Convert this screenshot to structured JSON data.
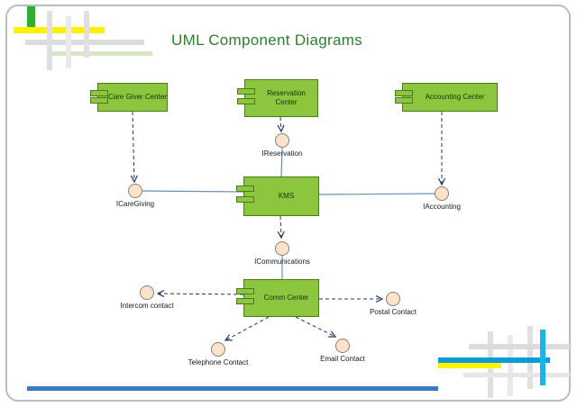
{
  "title": "UML Component Diagrams",
  "components": [
    {
      "id": "care-giver-center",
      "label": "Care Giver Center"
    },
    {
      "id": "reservation-center",
      "label": "Reservation\nCenter"
    },
    {
      "id": "accounting-center",
      "label": "Accounting Center"
    },
    {
      "id": "kms",
      "label": "KMS"
    },
    {
      "id": "comm-center",
      "label": "Comm Center"
    }
  ],
  "interfaces": [
    {
      "id": "ireservation",
      "label": "IReservation"
    },
    {
      "id": "icaregiving",
      "label": "ICareGiving"
    },
    {
      "id": "iaccounting",
      "label": "IAccounting"
    },
    {
      "id": "icommunications",
      "label": "ICommunications"
    },
    {
      "id": "intercom-contact",
      "label": "Intercom contact"
    },
    {
      "id": "postal-contact",
      "label": "Postal Contact"
    },
    {
      "id": "telephone-contact",
      "label": "Telephone Contact"
    },
    {
      "id": "email-contact",
      "label": "Email Contact"
    }
  ],
  "edges": [
    {
      "from": "care-giver-center",
      "to": "icaregiving",
      "style": "dashed-arrow"
    },
    {
      "from": "reservation-center",
      "to": "ireservation",
      "style": "dashed-arrow"
    },
    {
      "from": "accounting-center",
      "to": "iaccounting",
      "style": "dashed-arrow"
    },
    {
      "from": "kms",
      "to": "icommunications",
      "style": "dashed-arrow"
    },
    {
      "from": "comm-center",
      "to": "intercom-contact",
      "style": "dashed-arrow"
    },
    {
      "from": "comm-center",
      "to": "postal-contact",
      "style": "dashed-arrow"
    },
    {
      "from": "comm-center",
      "to": "telephone-contact",
      "style": "dashed-arrow"
    },
    {
      "from": "comm-center",
      "to": "email-contact",
      "style": "dashed-arrow"
    },
    {
      "from": "icaregiving",
      "to": "kms",
      "style": "solid"
    },
    {
      "from": "ireservation",
      "to": "kms",
      "style": "solid"
    },
    {
      "from": "iaccounting",
      "to": "kms",
      "style": "solid"
    },
    {
      "from": "icommunications",
      "to": "comm-center",
      "style": "solid"
    }
  ],
  "colors": {
    "component_fill": "#8CC63E",
    "component_border": "#4E7A1E",
    "interface_fill": "#FBE3CB",
    "interface_border": "#8A8070",
    "dependency_line": "#1F3864",
    "link_line": "#6E8FAE",
    "title": "#2E7D2E",
    "accent_yellow": "#FFF200",
    "accent_blue": "#0C9BD7",
    "accent_green": "#2FAE2F"
  }
}
